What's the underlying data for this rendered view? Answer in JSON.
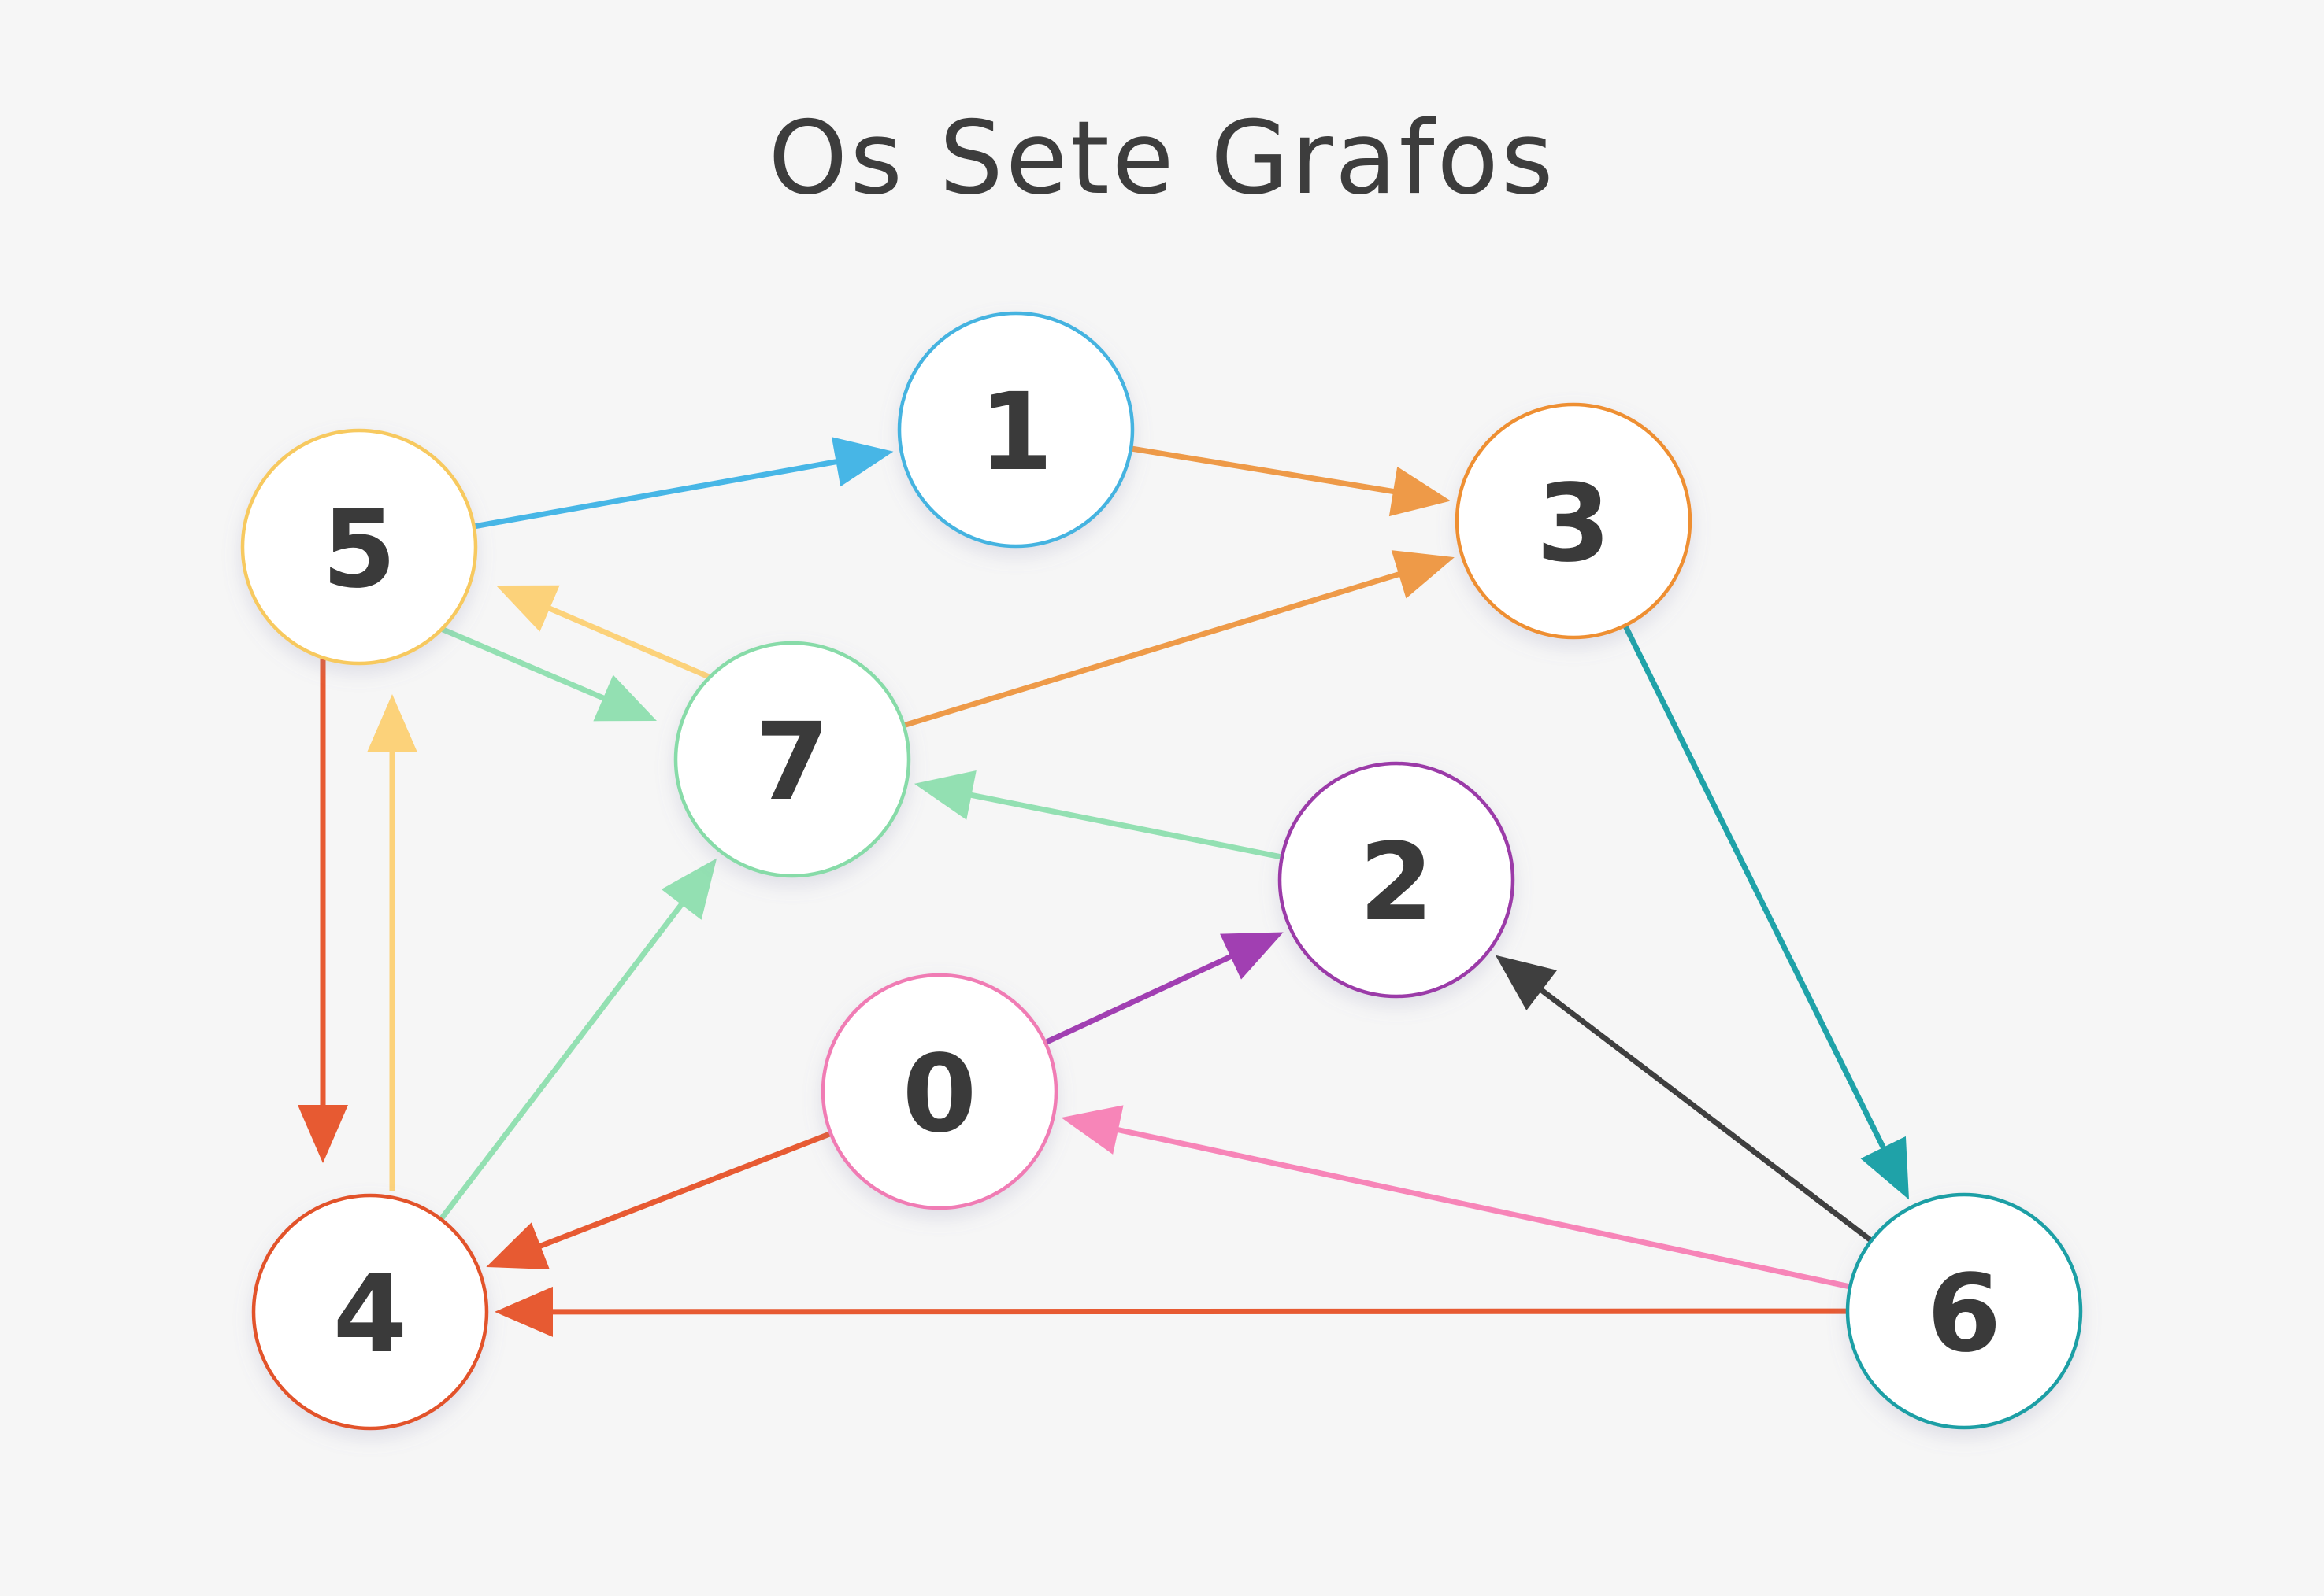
{
  "title": "Os Sete Grafos",
  "nodes": [
    {
      "id": "0",
      "label": "0",
      "color": "#f07bb4"
    },
    {
      "id": "1",
      "label": "1",
      "color": "#45b3e0"
    },
    {
      "id": "2",
      "label": "2",
      "color": "#9b3aa8"
    },
    {
      "id": "3",
      "label": "3",
      "color": "#ee8f33"
    },
    {
      "id": "4",
      "label": "4",
      "color": "#e2522b"
    },
    {
      "id": "5",
      "label": "5",
      "color": "#f7c95e"
    },
    {
      "id": "6",
      "label": "6",
      "color": "#1f9fa5"
    },
    {
      "id": "7",
      "label": "7",
      "color": "#87dba8"
    }
  ],
  "edges": [
    {
      "from": "5",
      "to": "1",
      "color": "#47b6e6"
    },
    {
      "from": "1",
      "to": "3",
      "color": "#ee9a48"
    },
    {
      "from": "7",
      "to": "3",
      "color": "#ee9a48"
    },
    {
      "from": "7",
      "to": "5",
      "color": "#fcd27a"
    },
    {
      "from": "5",
      "to": "7",
      "color": "#93e0b2"
    },
    {
      "from": "5",
      "to": "4",
      "color": "#e75a32"
    },
    {
      "from": "4",
      "to": "5",
      "color": "#fcd27a"
    },
    {
      "from": "4",
      "to": "7",
      "color": "#93e0b2"
    },
    {
      "from": "2",
      "to": "7",
      "color": "#93e0b2"
    },
    {
      "from": "0",
      "to": "2",
      "color": "#a13fb2"
    },
    {
      "from": "0",
      "to": "4",
      "color": "#e75a32"
    },
    {
      "from": "3",
      "to": "6",
      "color": "#1fa2a8"
    },
    {
      "from": "6",
      "to": "2",
      "color": "#3f3f3f"
    },
    {
      "from": "6",
      "to": "0",
      "color": "#f785b8"
    },
    {
      "from": "6",
      "to": "4",
      "color": "#e75a32"
    }
  ]
}
